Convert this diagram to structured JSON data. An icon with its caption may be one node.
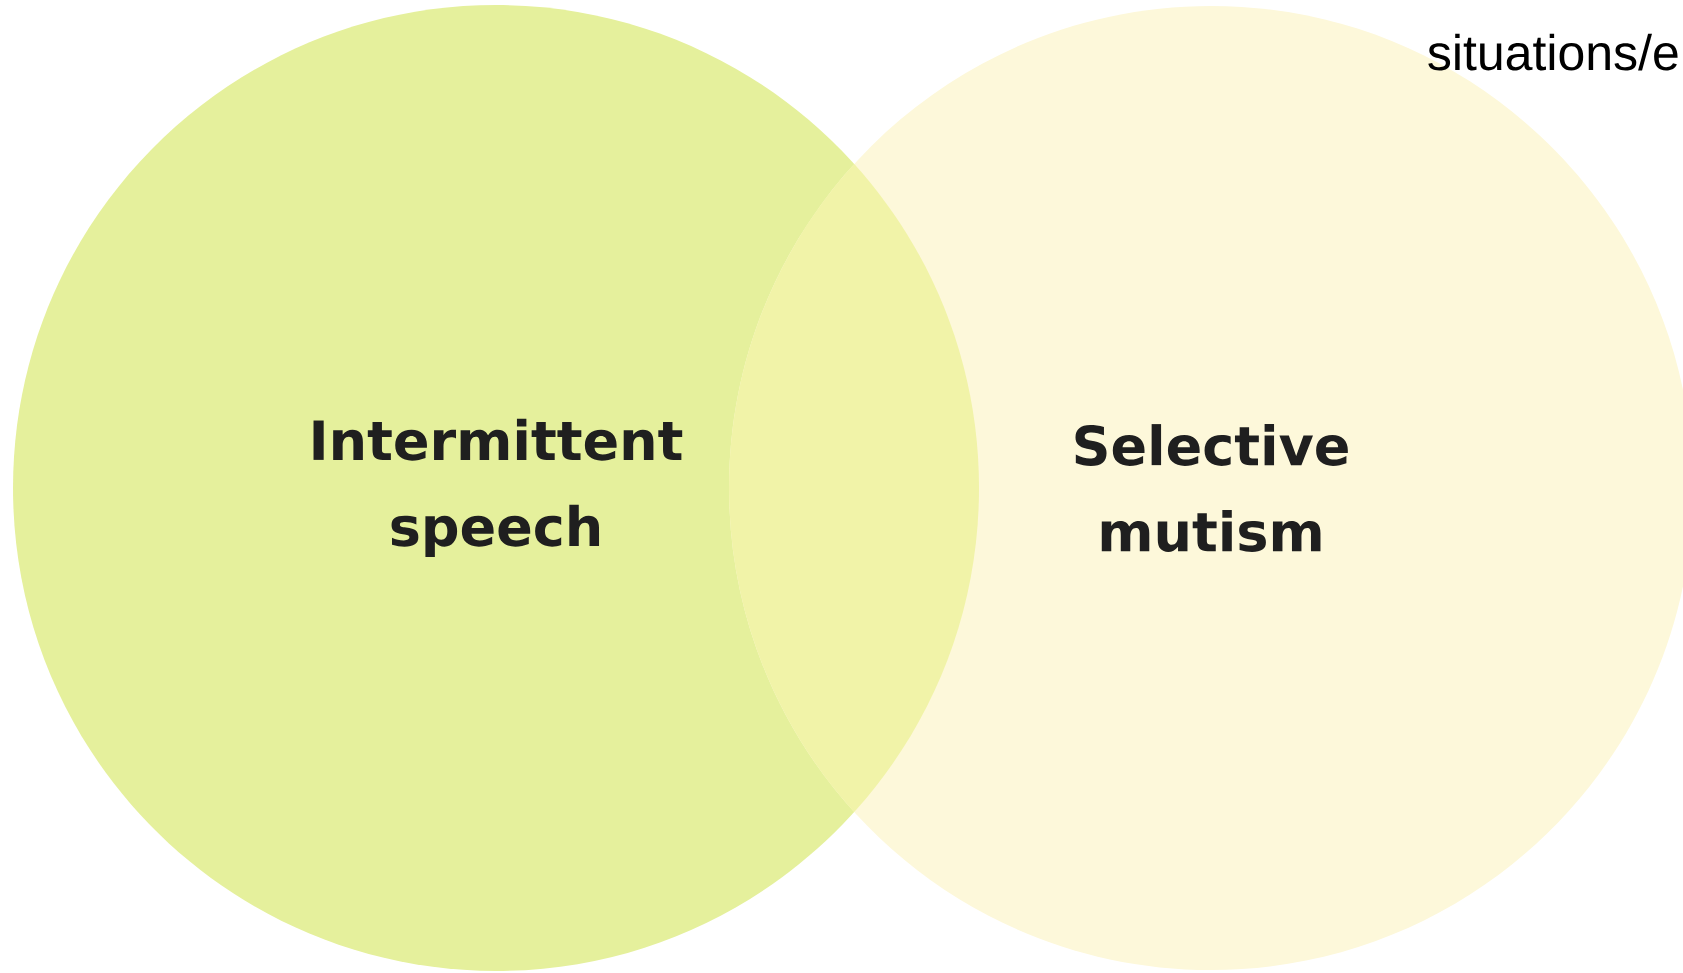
{
  "diagram": {
    "nodes": [
      {
        "text": [
          "Intermittent speech"
        ]
      },
      {
        "text": [
          "Selective mutism"
        ]
      }
    ],
    "labels": [
      "situations/e"
    ]
  }
}
